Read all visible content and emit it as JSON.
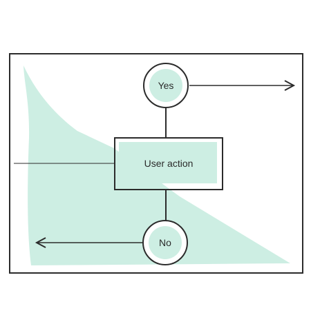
{
  "diagram": {
    "decision_yes_label": "Yes",
    "action_label": "User action",
    "decision_no_label": "No",
    "colors": {
      "ink": "#2b2b2b",
      "accent_fill": "#cdeee3",
      "background": "#ffffff"
    }
  }
}
